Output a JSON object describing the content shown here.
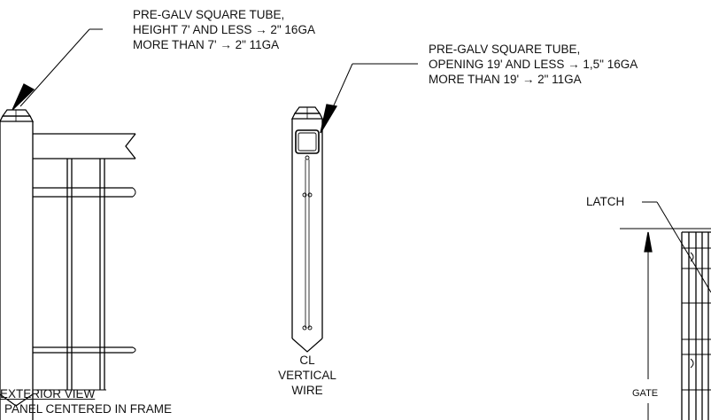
{
  "callout_left": {
    "line1": "PRE-GALV SQUARE TUBE,",
    "line2": "HEIGHT 7' AND LESS → 2\" 16GA",
    "line3": "MORE THAN 7' → 2\" 11GA"
  },
  "callout_right": {
    "line1": "PRE-GALV SQUARE TUBE,",
    "line2": "OPENING 19' AND LESS → 1,5\" 16GA",
    "line3": "MORE THAN 19' → 2\" 11GA"
  },
  "center_label": {
    "line1": "CL",
    "line2": "VERTICAL",
    "line3": "WIRE"
  },
  "latch_label": "LATCH",
  "gate_label": "GATE",
  "view_title": "EXTERIOR VIEW",
  "view_subtitle": "PANEL CENTERED IN FRAME"
}
